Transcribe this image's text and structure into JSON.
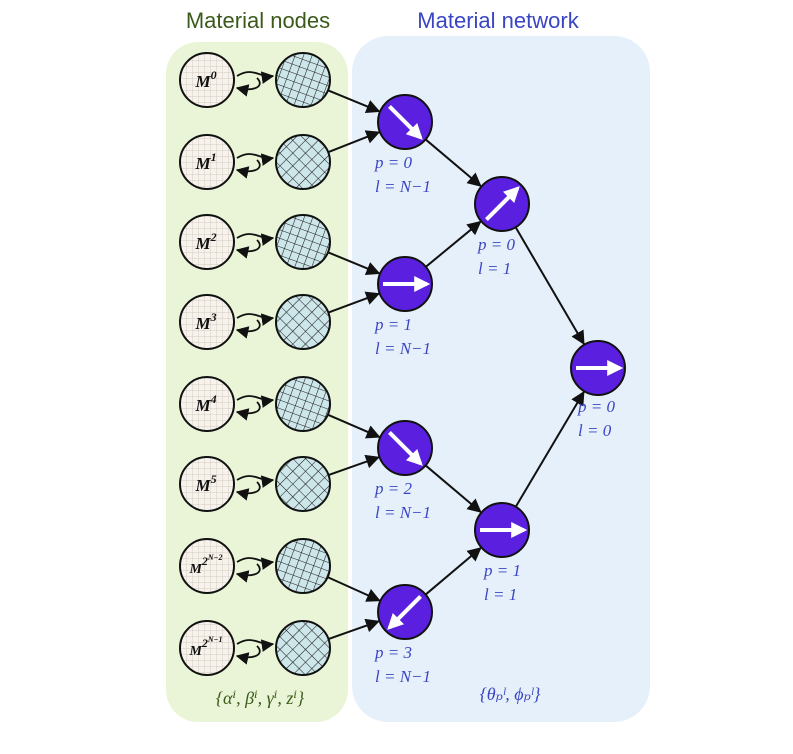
{
  "titles": {
    "left": "Material nodes",
    "right": "Material network"
  },
  "params": {
    "left": "{αⁱ, βⁱ, γⁱ, zⁱ}",
    "right": "{θₚˡ, ϕₚˡ}"
  },
  "material_nodes": [
    {
      "base": "M",
      "sup": "0"
    },
    {
      "base": "M",
      "sup": "1"
    },
    {
      "base": "M",
      "sup": "2"
    },
    {
      "base": "M",
      "sup": "3"
    },
    {
      "base": "M",
      "sup": "4"
    },
    {
      "base": "M",
      "sup": "5"
    },
    {
      "base": "M",
      "sup": "2",
      "subsup": "N−2"
    },
    {
      "base": "M",
      "sup": "2",
      "subsup": "N−1"
    }
  ],
  "network_nodes": [
    {
      "id": "n00",
      "p": "p = 0",
      "l": "l = N−1",
      "arrow_deg": 45
    },
    {
      "id": "n01",
      "p": "p = 1",
      "l": "l = N−1",
      "arrow_deg": 0
    },
    {
      "id": "n02",
      "p": "p = 2",
      "l": "l = N−1",
      "arrow_deg": 45
    },
    {
      "id": "n03",
      "p": "p = 3",
      "l": "l = N−1",
      "arrow_deg": 135
    },
    {
      "id": "n10",
      "p": "p = 0",
      "l": "l = 1",
      "arrow_deg": -45
    },
    {
      "id": "n11",
      "p": "p = 1",
      "l": "l = 1",
      "arrow_deg": 0
    },
    {
      "id": "n20",
      "p": "p = 0",
      "l": "l = 0",
      "arrow_deg": 0
    }
  ],
  "colors": {
    "left_panel": "#e9f5d6",
    "right_panel": "#e6f0fa",
    "node_fill": "#5b1fe0",
    "label_blue": "#3a45c4",
    "title_green": "#3b5a1a",
    "hatch_fill": "#cde6ea"
  }
}
